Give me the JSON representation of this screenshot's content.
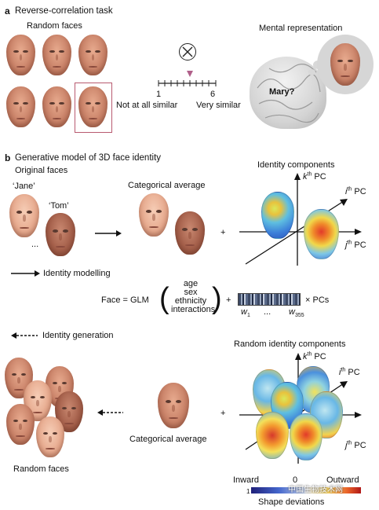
{
  "panel_a": {
    "letter": "a",
    "title": "Reverse-correlation task",
    "random_faces_label": "Random faces",
    "scale_min": "1",
    "scale_max": "6",
    "scale_min_label": "Not at all similar",
    "scale_max_label": "Very similar",
    "mental_label": "Mental representation",
    "brain_text": "Mary?"
  },
  "panel_b": {
    "letter": "b",
    "title": "Generative model of 3D face identity",
    "original_faces_label": "Original faces",
    "name_jane": "‘Jane’",
    "name_tom": "‘Tom’",
    "ellipsis": "...",
    "categorical_average_label": "Categorical average",
    "plus": "+",
    "identity_components_label": "Identity components",
    "axis_k": "k",
    "axis_i": "i",
    "axis_j": "j",
    "axis_sup": "th",
    "axis_suffix": " PC",
    "identity_modelling_label": "Identity modelling",
    "identity_generation_label": "Identity generation",
    "equation_left": "Face = GLM",
    "glm_terms": [
      "age",
      "sex",
      "ethnicity",
      "interactions"
    ],
    "equation_right": "× PCs",
    "w1": "w",
    "w1_sub": "1",
    "w_dots": "...",
    "w355": "w",
    "w355_sub": "355",
    "random_identity_components_label": "Random identity components",
    "random_faces_label": "Random faces",
    "categorical_average_label_2": "Categorical average",
    "colorbar_inward": "Inward",
    "colorbar_zero": "0",
    "colorbar_outward": "Outward",
    "colorbar_tick_left": "1",
    "colorbar_caption": "Shape deviations",
    "watermark": "中国生物技术网"
  }
}
